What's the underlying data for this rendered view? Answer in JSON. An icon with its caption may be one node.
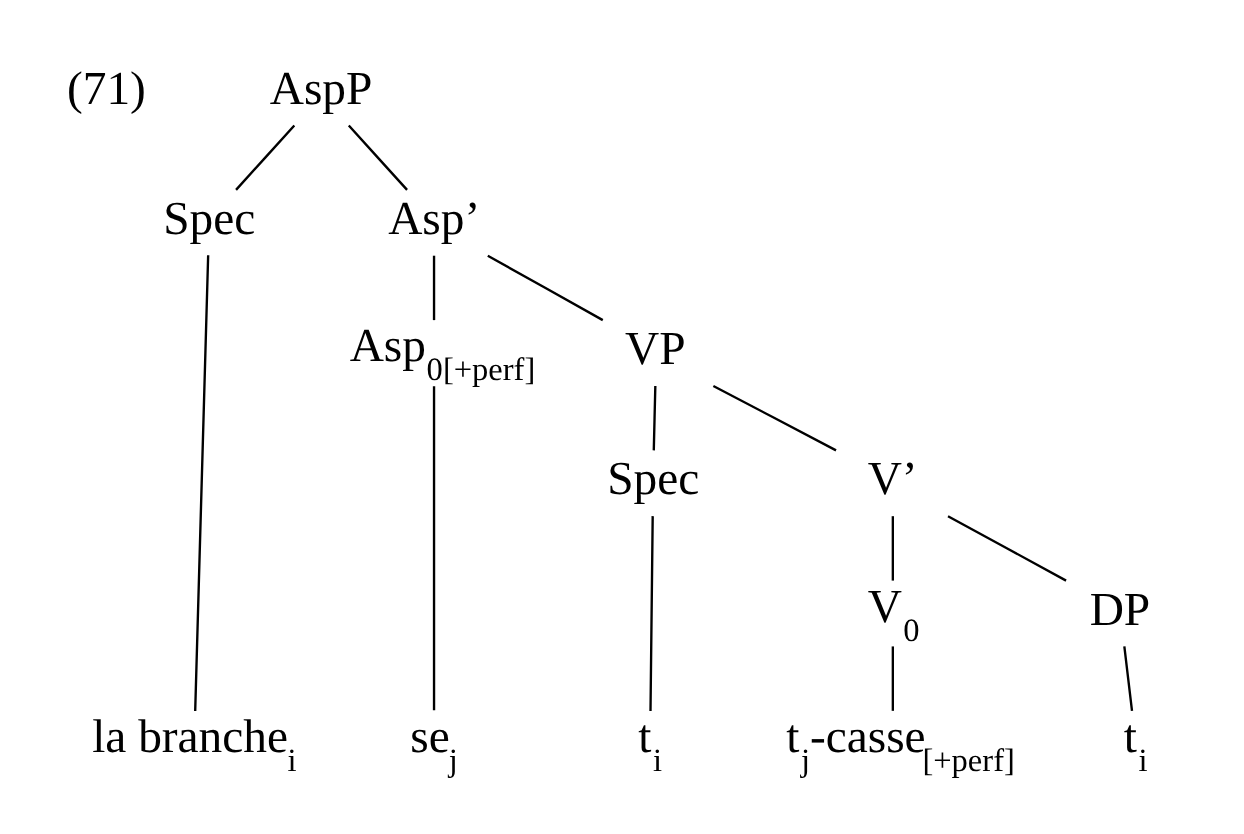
{
  "diagram": {
    "nodes": [
      {
        "text": [
          "AspP"
        ]
      },
      {
        "text": [
          "Spec"
        ]
      },
      {
        "text": [
          "Asp’"
        ]
      },
      {
        "text": [
          "Asp$_{0[+perf]}$"
        ]
      },
      {
        "text": [
          "VP"
        ]
      },
      {
        "text": [
          "Spec"
        ]
      },
      {
        "text": [
          "V’"
        ]
      },
      {
        "text": [
          "V$_{0}$"
        ]
      },
      {
        "text": [
          "DP"
        ]
      },
      {
        "text": [
          "la branche$_{i}$"
        ]
      },
      {
        "text": [
          "se$_{j}$"
        ]
      },
      {
        "text": [
          "t$_{i}$"
        ]
      },
      {
        "text": [
          "t$_{j}$-casse$_{[+perf]}$"
        ]
      },
      {
        "text": [
          "t$_{i}$"
        ]
      }
    ],
    "edges": [
      {
        "from": 0,
        "to": 1,
        "arrow": "none"
      },
      {
        "from": 0,
        "to": 2,
        "arrow": "none"
      },
      {
        "from": 1,
        "to": 9,
        "arrow": "none"
      },
      {
        "from": 2,
        "to": 3,
        "arrow": "none"
      },
      {
        "from": 2,
        "to": 4,
        "arrow": "none"
      },
      {
        "from": 3,
        "to": 10,
        "arrow": "none"
      },
      {
        "from": 4,
        "to": 5,
        "arrow": "none"
      },
      {
        "from": 4,
        "to": 6,
        "arrow": "none"
      },
      {
        "from": 5,
        "to": 11,
        "arrow": "none"
      },
      {
        "from": 6,
        "to": 7,
        "arrow": "none"
      },
      {
        "from": 6,
        "to": 8,
        "arrow": "none"
      },
      {
        "from": 7,
        "to": 12,
        "arrow": "none"
      },
      {
        "from": 8,
        "to": 13,
        "arrow": "none"
      }
    ],
    "labels": [
      "(71)"
    ]
  }
}
